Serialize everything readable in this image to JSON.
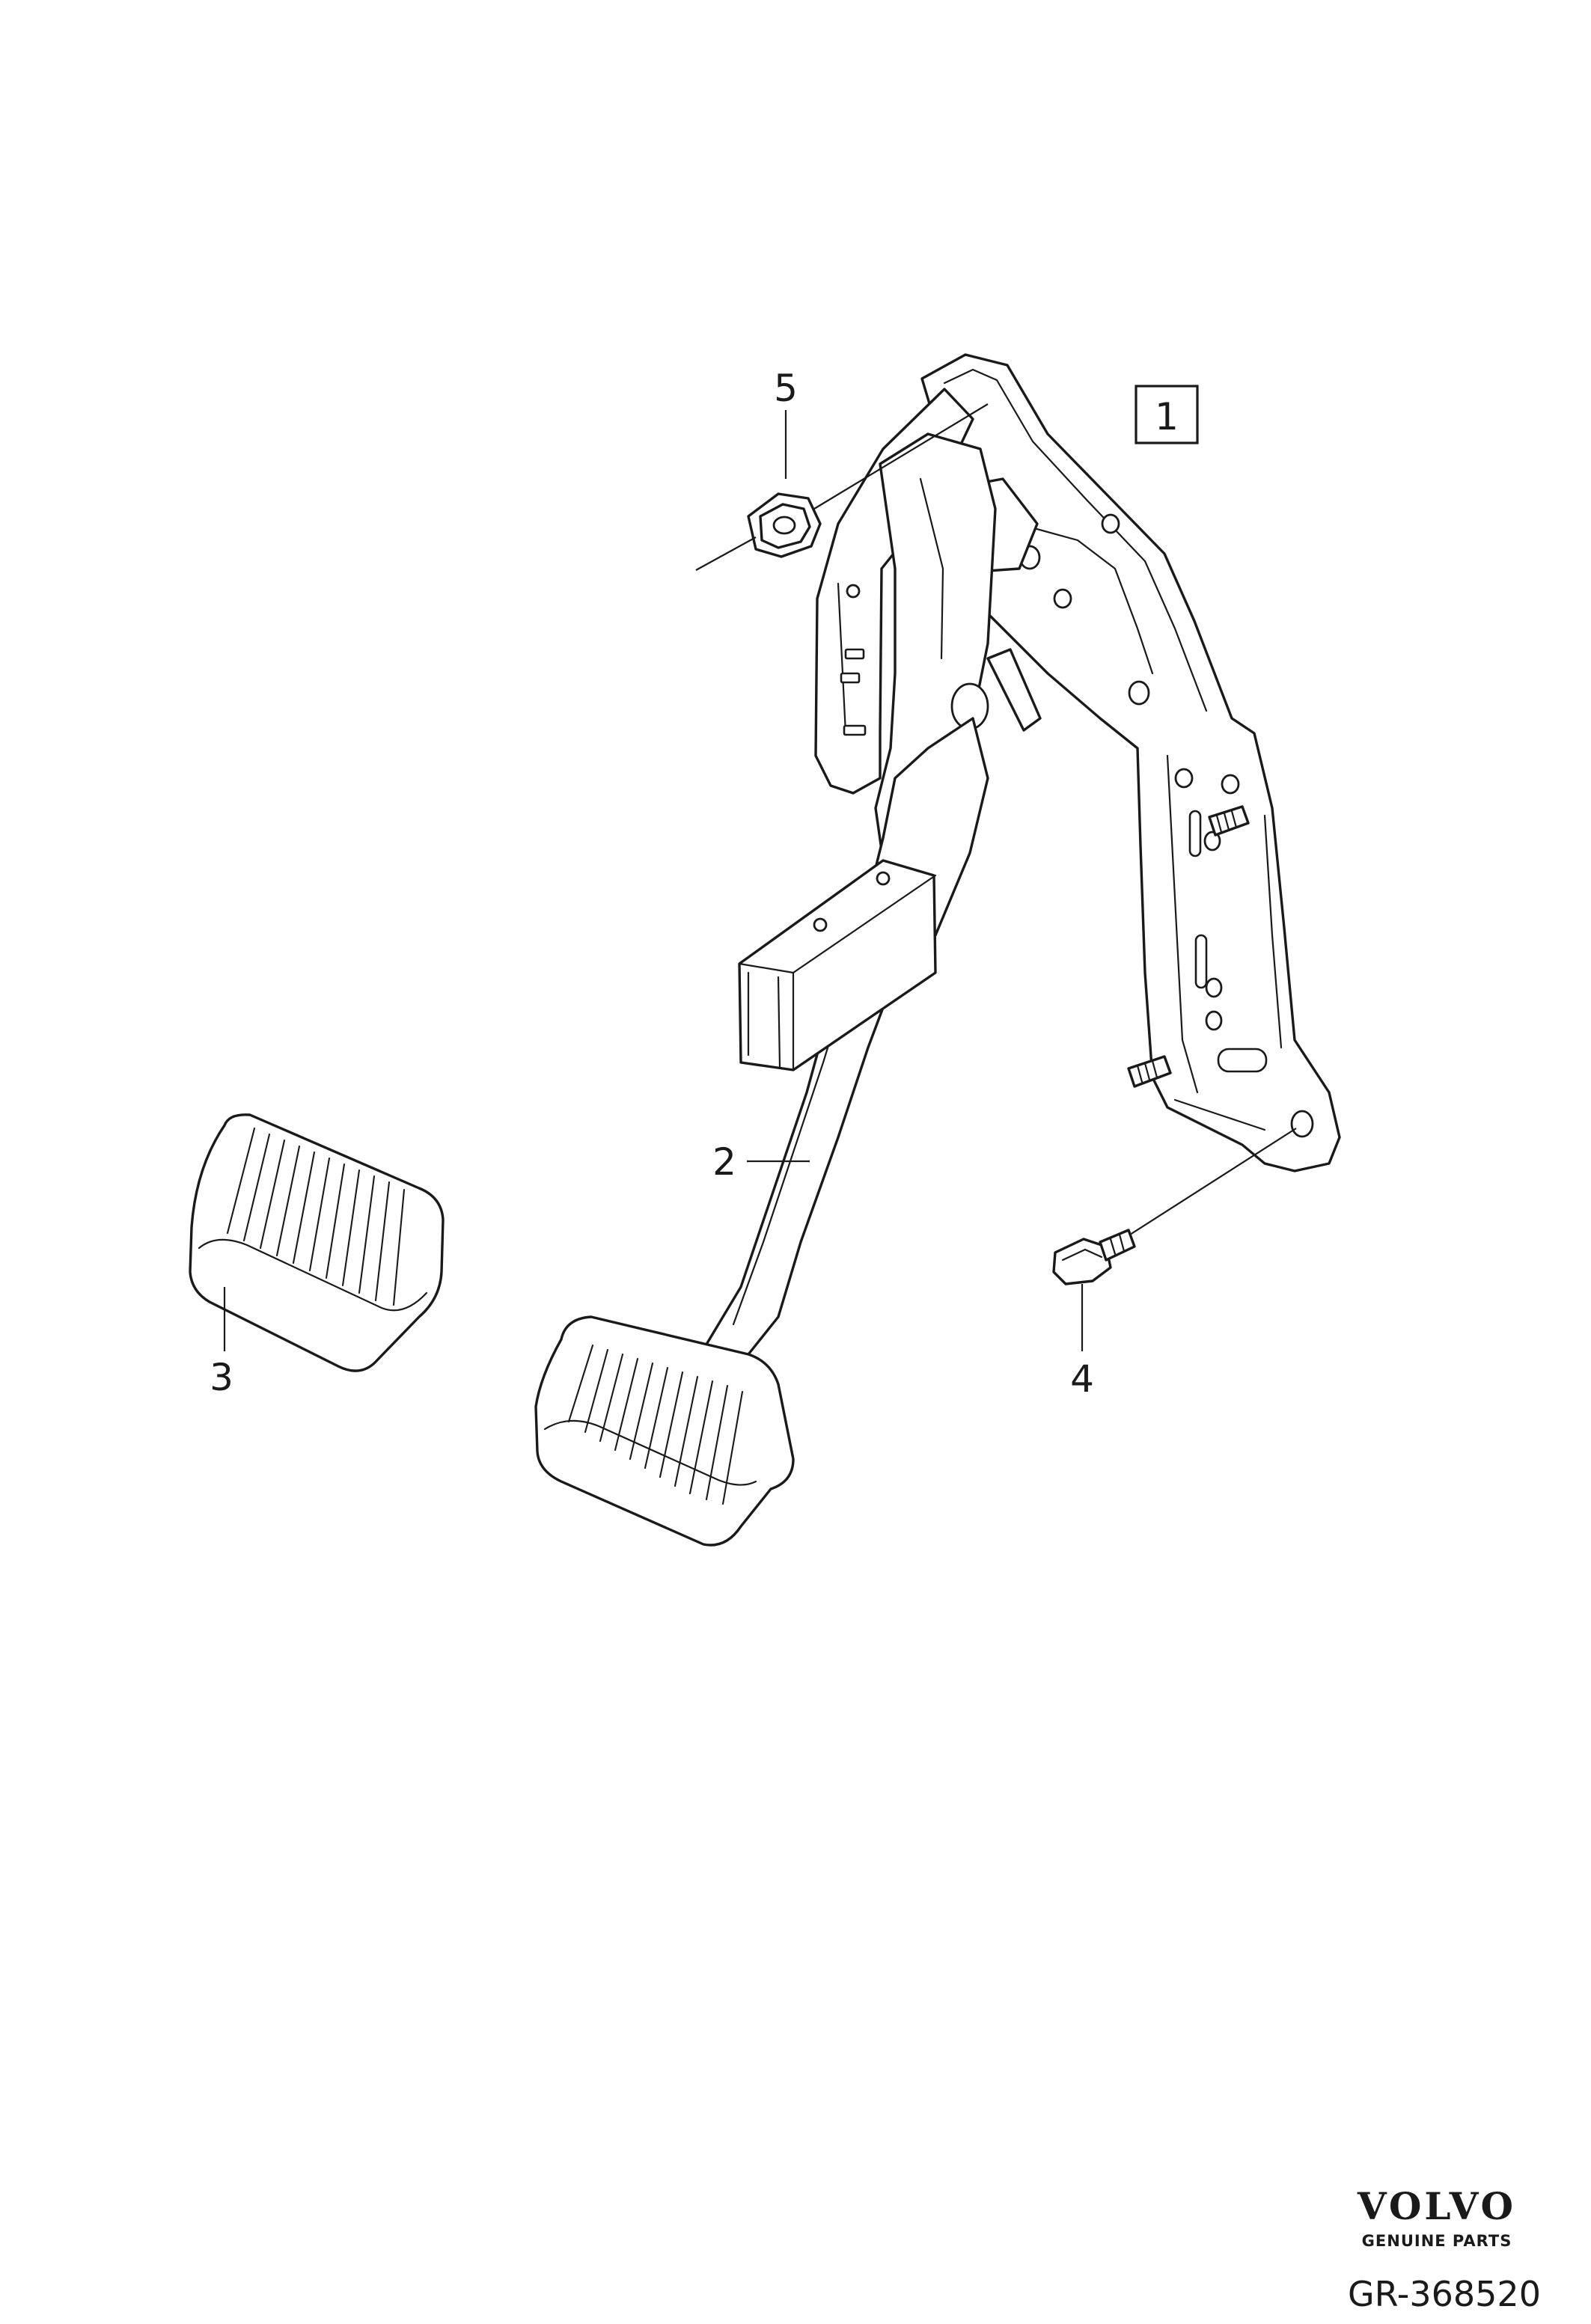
{
  "diagram": {
    "reference_box_label": "1",
    "callouts": {
      "part_2": "2",
      "part_3": "3",
      "part_4": "4",
      "part_5": "5"
    }
  },
  "branding": {
    "logo_text": "VOLVO",
    "logo_subtitle": "GENUINE PARTS",
    "reference_code": "GR-368520"
  }
}
